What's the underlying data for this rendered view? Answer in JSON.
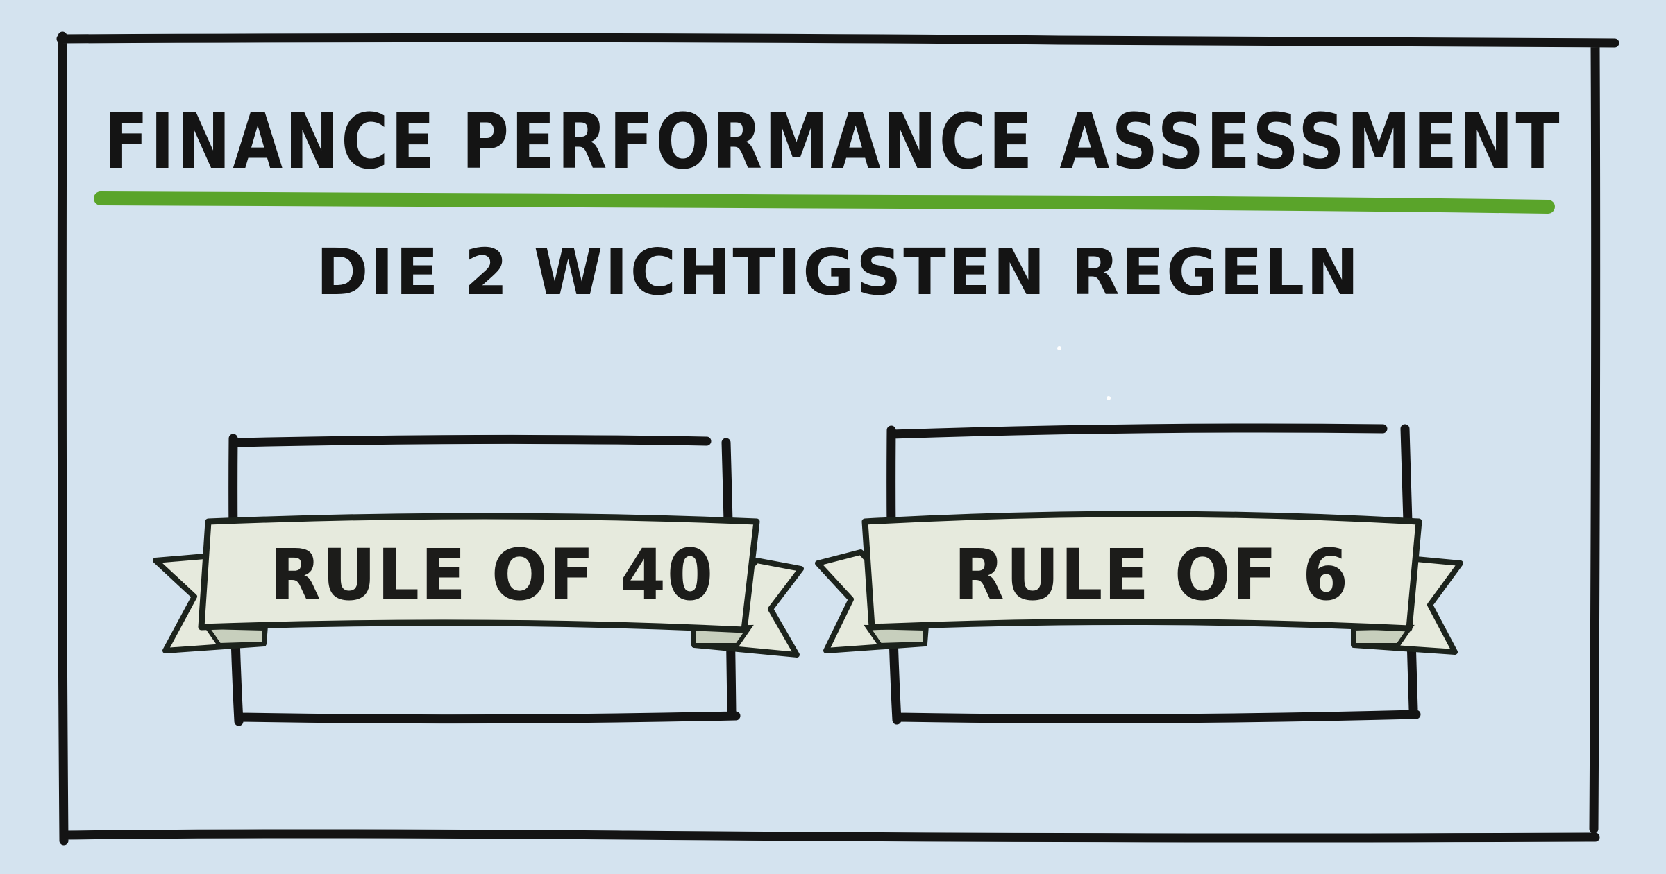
{
  "colors": {
    "background": "#d4e3ef",
    "ink": "#141414",
    "banner_fill": "#e6eadd",
    "banner_stroke": "#1c231c",
    "underline": "#5aa42a"
  },
  "header": {
    "title": "FINANCE PERFORMANCE ASSESSMENT",
    "subtitle": "DIE 2 WICHTIGSTEN REGELN"
  },
  "rules": [
    {
      "label": "RULE OF 40"
    },
    {
      "label": "RULE OF 6"
    }
  ]
}
